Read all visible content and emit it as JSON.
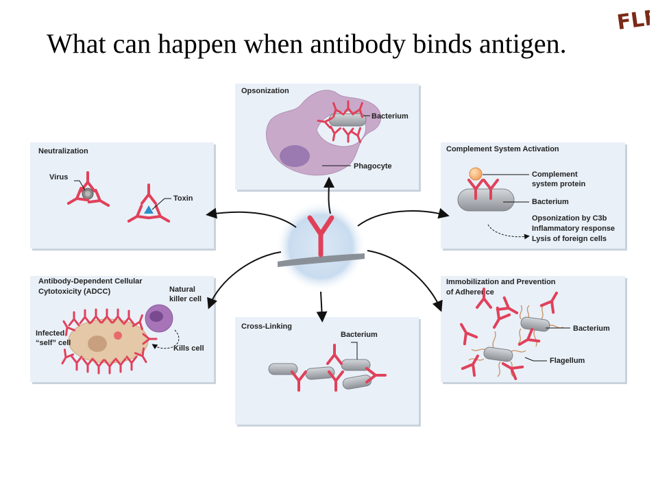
{
  "title": "What can happen when antibody binds antigen.",
  "logo_text": "FLEX",
  "colors": {
    "antibody": "#e0415a",
    "panel_bg": "#e9f0f8",
    "bacterium": "#a9adb2",
    "phagocyte": "#c9a9c9",
    "infected_cell": "#e4c8a8",
    "nk_cell": "#a774b8",
    "toxin": "#2a8fc8"
  },
  "panels": {
    "opsonization": {
      "title": "Opsonization",
      "bacterium": "Bacterium",
      "phagocyte": "Phagocyte"
    },
    "neutralization": {
      "title": "Neutralization",
      "virus": "Virus",
      "toxin": "Toxin"
    },
    "complement": {
      "title": "Complement System Activation",
      "protein_1": "Complement",
      "protein_2": "system protein",
      "bacterium": "Bacterium",
      "outcomes": [
        "Opsonization by C3b",
        "Inflammatory response",
        "Lysis of foreign cells"
      ]
    },
    "adcc": {
      "title_1": "Antibody-Dependent Cellular",
      "title_2": "Cytotoxicity (ADCC)",
      "nk_1": "Natural",
      "nk_2": "killer cell",
      "infected_1": "Infected",
      "infected_2": "“self” cell",
      "kills": "Kills cell"
    },
    "crosslinking": {
      "title": "Cross-Linking",
      "bacterium": "Bacterium"
    },
    "immobilization": {
      "title_1": "Immobilization and Prevention",
      "title_2": "of Adherence",
      "bacterium": "Bacterium",
      "flagellum": "Flagellum"
    }
  }
}
